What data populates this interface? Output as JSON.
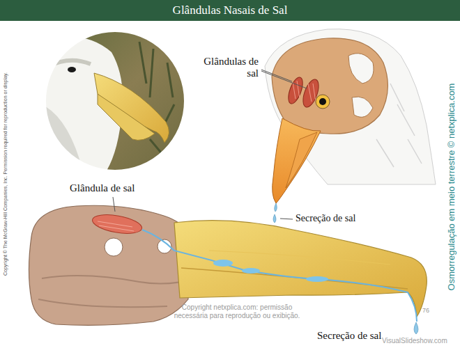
{
  "diagram": {
    "title": "Glândulas Nasais de Sal",
    "labels": [
      "Glândulas de sal",
      "Secreção de sal",
      "Glândula de sal",
      "Secreção de sal",
      "Copyright netxplica.com: permissão necessária para reprodução ou exibição.",
      "76",
      "VisualSlideshow.com",
      "Osmorregulação em meio terrestre © netxplica.com",
      "Copyright © The McGraw-Hill Companies, Inc. Permission required for reproduction or display."
    ]
  }
}
